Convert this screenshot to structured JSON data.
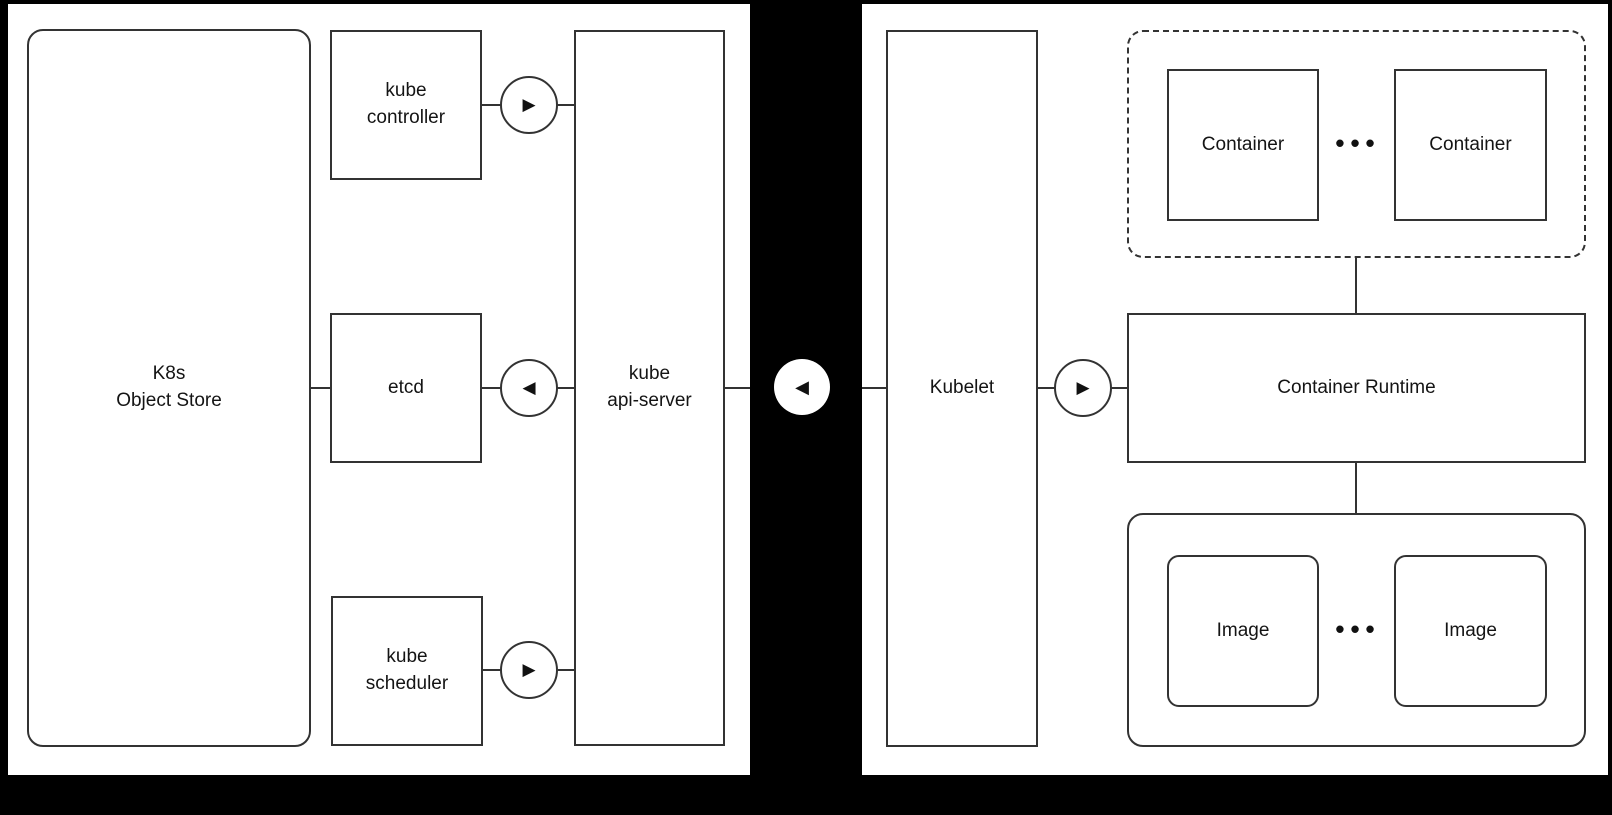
{
  "colors": {
    "background": "#000000",
    "panel": "#ffffff",
    "stroke": "#333333",
    "text": "#141414"
  },
  "icons": {
    "arrow_right": "▶",
    "arrow_left": "◀"
  },
  "master_panel": {
    "object_store_label": "K8s\nObject Store",
    "controller_label": "kube\ncontroller",
    "etcd_label": "etcd",
    "scheduler_label": "kube\nscheduler",
    "api_server_label": "kube\napi-server",
    "connectors": {
      "controller_to_api_server": "right",
      "api_server_to_etcd": "left",
      "scheduler_to_api_server": "right"
    }
  },
  "inter_panel_connector": {
    "direction": "left"
  },
  "worker_panel": {
    "kubelet_label": "Kubelet",
    "kubelet_to_runtime_connector": "right",
    "pod": {
      "containers": [
        "Container",
        "Container"
      ],
      "ellipsis": "•••"
    },
    "runtime_label": "Container Runtime",
    "images": {
      "items": [
        "Image",
        "Image"
      ],
      "ellipsis": "•••"
    }
  }
}
